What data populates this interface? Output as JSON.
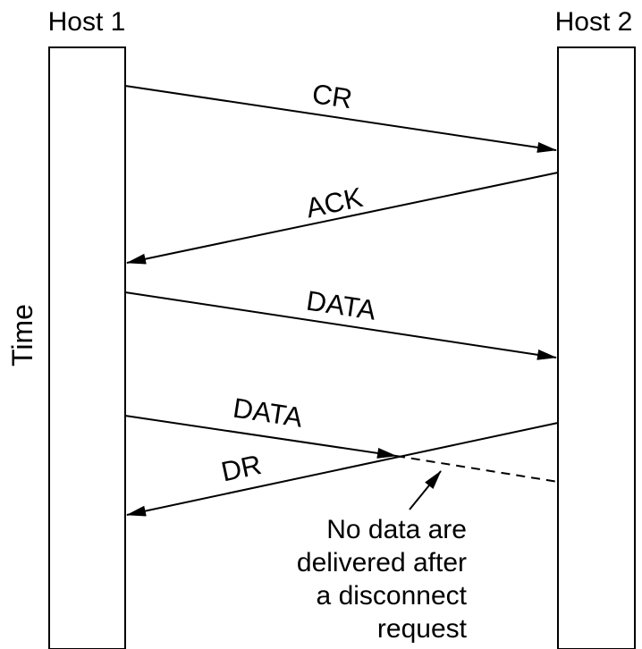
{
  "hosts": {
    "left": "Host 1",
    "right": "Host 2"
  },
  "time_label": "Time",
  "messages": {
    "cr": "CR",
    "ack": "ACK",
    "data1": "DATA",
    "data2": "DATA",
    "dr": "DR"
  },
  "note": {
    "line1": "No data are",
    "line2": "delivered after",
    "line3": "a disconnect",
    "line4": "request"
  }
}
